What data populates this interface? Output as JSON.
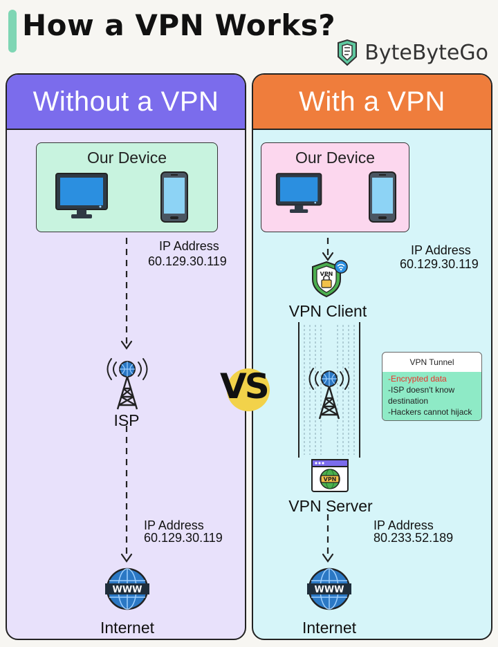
{
  "title": "How a VPN Works?",
  "brand": {
    "name": "ByteByteGo",
    "logo_icon": "bytebytego-logo-icon"
  },
  "vs_label": "VS",
  "colors": {
    "left_header": "#7b6cec",
    "left_bg": "#e8e1fb",
    "right_header": "#ef7d3c",
    "right_bg": "#d6f5f9",
    "left_device_box": "#c8f3df",
    "right_device_box": "#fcd7ee",
    "tunnel_list": "#8eeac6",
    "highlight_red": "#e8332b"
  },
  "without_vpn": {
    "header": "Without a VPN",
    "device_box_label": "Our Device",
    "device_ip": {
      "label": "IP Address",
      "value": "60.129.30.119"
    },
    "isp_label": "ISP",
    "internet_ip": {
      "label": "IP Address",
      "value": "60.129.30.119"
    },
    "internet_label": "Internet"
  },
  "with_vpn": {
    "header": "With a VPN",
    "device_box_label": "Our Device",
    "device_ip": {
      "label": "IP Address",
      "value": "60.129.30.119"
    },
    "vpn_client_label": "VPN Client",
    "vpn_badge": "VPN",
    "tunnel": {
      "title": "VPN Tunnel",
      "items": [
        "-Encrypted data",
        "-ISP doesn't know",
        "destination",
        "-Hackers cannot hijack"
      ]
    },
    "vpn_server_label": "VPN Server",
    "internet_ip": {
      "label": "IP Address",
      "value": "80.233.52.189"
    },
    "internet_label": "Internet"
  },
  "www_label": "WWW"
}
